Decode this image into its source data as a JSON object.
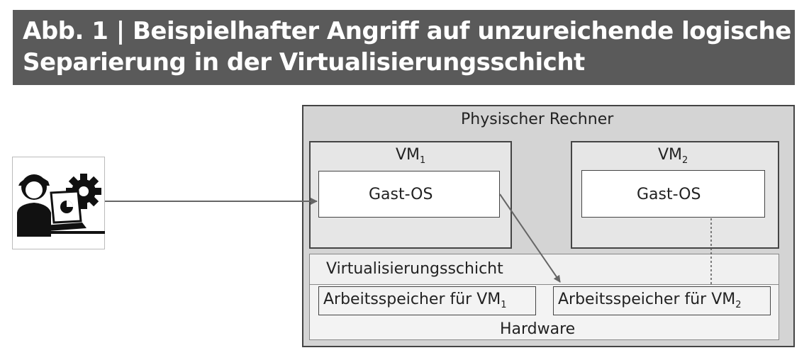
{
  "figure": {
    "title_line1": "Abb. 1 | Beispielhafter Angriff auf unzureichende logische",
    "title_line2": "Separierung in der Virtualisierungsschicht"
  },
  "diagram": {
    "host_label": "Physischer Rechner",
    "vm1": {
      "label": "VM",
      "subscript": "1",
      "guest_os": "Gast-OS"
    },
    "vm2": {
      "label": "VM",
      "subscript": "2",
      "guest_os": "Gast-OS"
    },
    "virtualization_layer": "Virtualisierungsschicht",
    "memory_vm1": {
      "label": "Arbeitsspeicher für VM",
      "subscript": "1"
    },
    "memory_vm2": {
      "label": "Arbeitsspeicher für VM",
      "subscript": "2"
    },
    "hardware": "Hardware",
    "attacker_icon": "attacker-with-laptop-and-gear-icon"
  },
  "colors": {
    "title_bg": "#5a5a5a",
    "host_bg": "#d4d4d4",
    "vm_bg": "#e6e6e6",
    "layer_bg": "#f0f0f0",
    "border": "#444444"
  }
}
